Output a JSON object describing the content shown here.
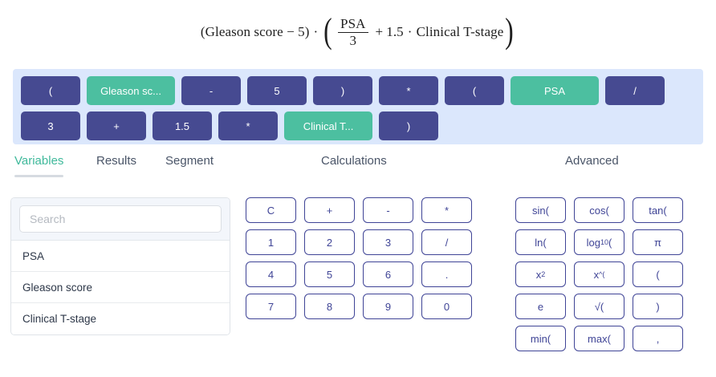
{
  "formula": {
    "segments": [
      {
        "type": "text",
        "value": "(Gleason score "
      },
      {
        "type": "text",
        "value": "− 5) "
      },
      {
        "type": "text",
        "value": "· "
      }
    ],
    "open_paren": "(",
    "close_paren": ")",
    "lead": "(Gleason score − 5)",
    "lead_dot": "·",
    "numerator": "PSA",
    "denominator": "3",
    "plus": "+",
    "coefficient": "1.5",
    "mid_dot": "·",
    "tail_variable": "Clinical T-stage",
    "full_text": "(Gleason score − 5) · ( PSA / 3 + 1.5 · Clinical T-stage )"
  },
  "token_bar": {
    "background_color": "#dbe7fc",
    "operator_color": "#464a91",
    "variable_color": "#4cbfa0",
    "tokens": [
      {
        "label": "(",
        "kind": "op",
        "wide": false
      },
      {
        "label": "Gleason sc...",
        "kind": "variable",
        "wide": true
      },
      {
        "label": "-",
        "kind": "op",
        "wide": false
      },
      {
        "label": "5",
        "kind": "op",
        "wide": false
      },
      {
        "label": ")",
        "kind": "op",
        "wide": false
      },
      {
        "label": "*",
        "kind": "op",
        "wide": false
      },
      {
        "label": "(",
        "kind": "op",
        "wide": false
      },
      {
        "label": "PSA",
        "kind": "variable",
        "wide": true
      },
      {
        "label": "/",
        "kind": "op",
        "wide": false
      },
      {
        "label": "3",
        "kind": "op",
        "wide": false
      },
      {
        "label": "+",
        "kind": "op",
        "wide": false
      },
      {
        "label": "1.5",
        "kind": "op",
        "wide": false
      },
      {
        "label": "*",
        "kind": "op",
        "wide": false
      },
      {
        "label": "Clinical T...",
        "kind": "variable",
        "wide": true
      },
      {
        "label": ")",
        "kind": "op",
        "wide": false
      }
    ]
  },
  "tabs": {
    "active_color": "#3fb99b",
    "inactive_color": "#4a5568",
    "items": [
      {
        "label": "Variables",
        "active": true
      },
      {
        "label": "Results",
        "active": false
      },
      {
        "label": "Segment",
        "active": false
      },
      {
        "label": "Calculations",
        "active": false
      },
      {
        "label": "Advanced",
        "active": false
      }
    ]
  },
  "variables_panel": {
    "search_placeholder": "Search",
    "search_value": "",
    "items": [
      {
        "label": "PSA"
      },
      {
        "label": "Gleason score"
      },
      {
        "label": "Clinical T-stage"
      }
    ]
  },
  "calculations_keypad": {
    "key_color": "#3f4496",
    "keys": [
      {
        "label": "C"
      },
      {
        "label": "+"
      },
      {
        "label": "-"
      },
      {
        "label": "*"
      },
      {
        "label": "1"
      },
      {
        "label": "2"
      },
      {
        "label": "3"
      },
      {
        "label": "/"
      },
      {
        "label": "4"
      },
      {
        "label": "5"
      },
      {
        "label": "6"
      },
      {
        "label": "."
      },
      {
        "label": "7"
      },
      {
        "label": "8"
      },
      {
        "label": "9"
      },
      {
        "label": "0"
      }
    ]
  },
  "advanced_keypad": {
    "key_color": "#3f4496",
    "keys": [
      {
        "label": "sin(",
        "sup": ""
      },
      {
        "label": "cos(",
        "sup": ""
      },
      {
        "label": "tan(",
        "sup": ""
      },
      {
        "label": "ln(",
        "sup": ""
      },
      {
        "label": "log",
        "sup": "10",
        "after": "("
      },
      {
        "label": "π",
        "sup": ""
      },
      {
        "label": "x",
        "sup": "2"
      },
      {
        "label": "x",
        "sup": "^("
      },
      {
        "label": "(",
        "sup": ""
      },
      {
        "label": "e",
        "sup": ""
      },
      {
        "label": "√(",
        "sup": ""
      },
      {
        "label": ")",
        "sup": ""
      },
      {
        "label": "min(",
        "sup": ""
      },
      {
        "label": "max(",
        "sup": ""
      },
      {
        "label": ",",
        "sup": ""
      }
    ]
  }
}
